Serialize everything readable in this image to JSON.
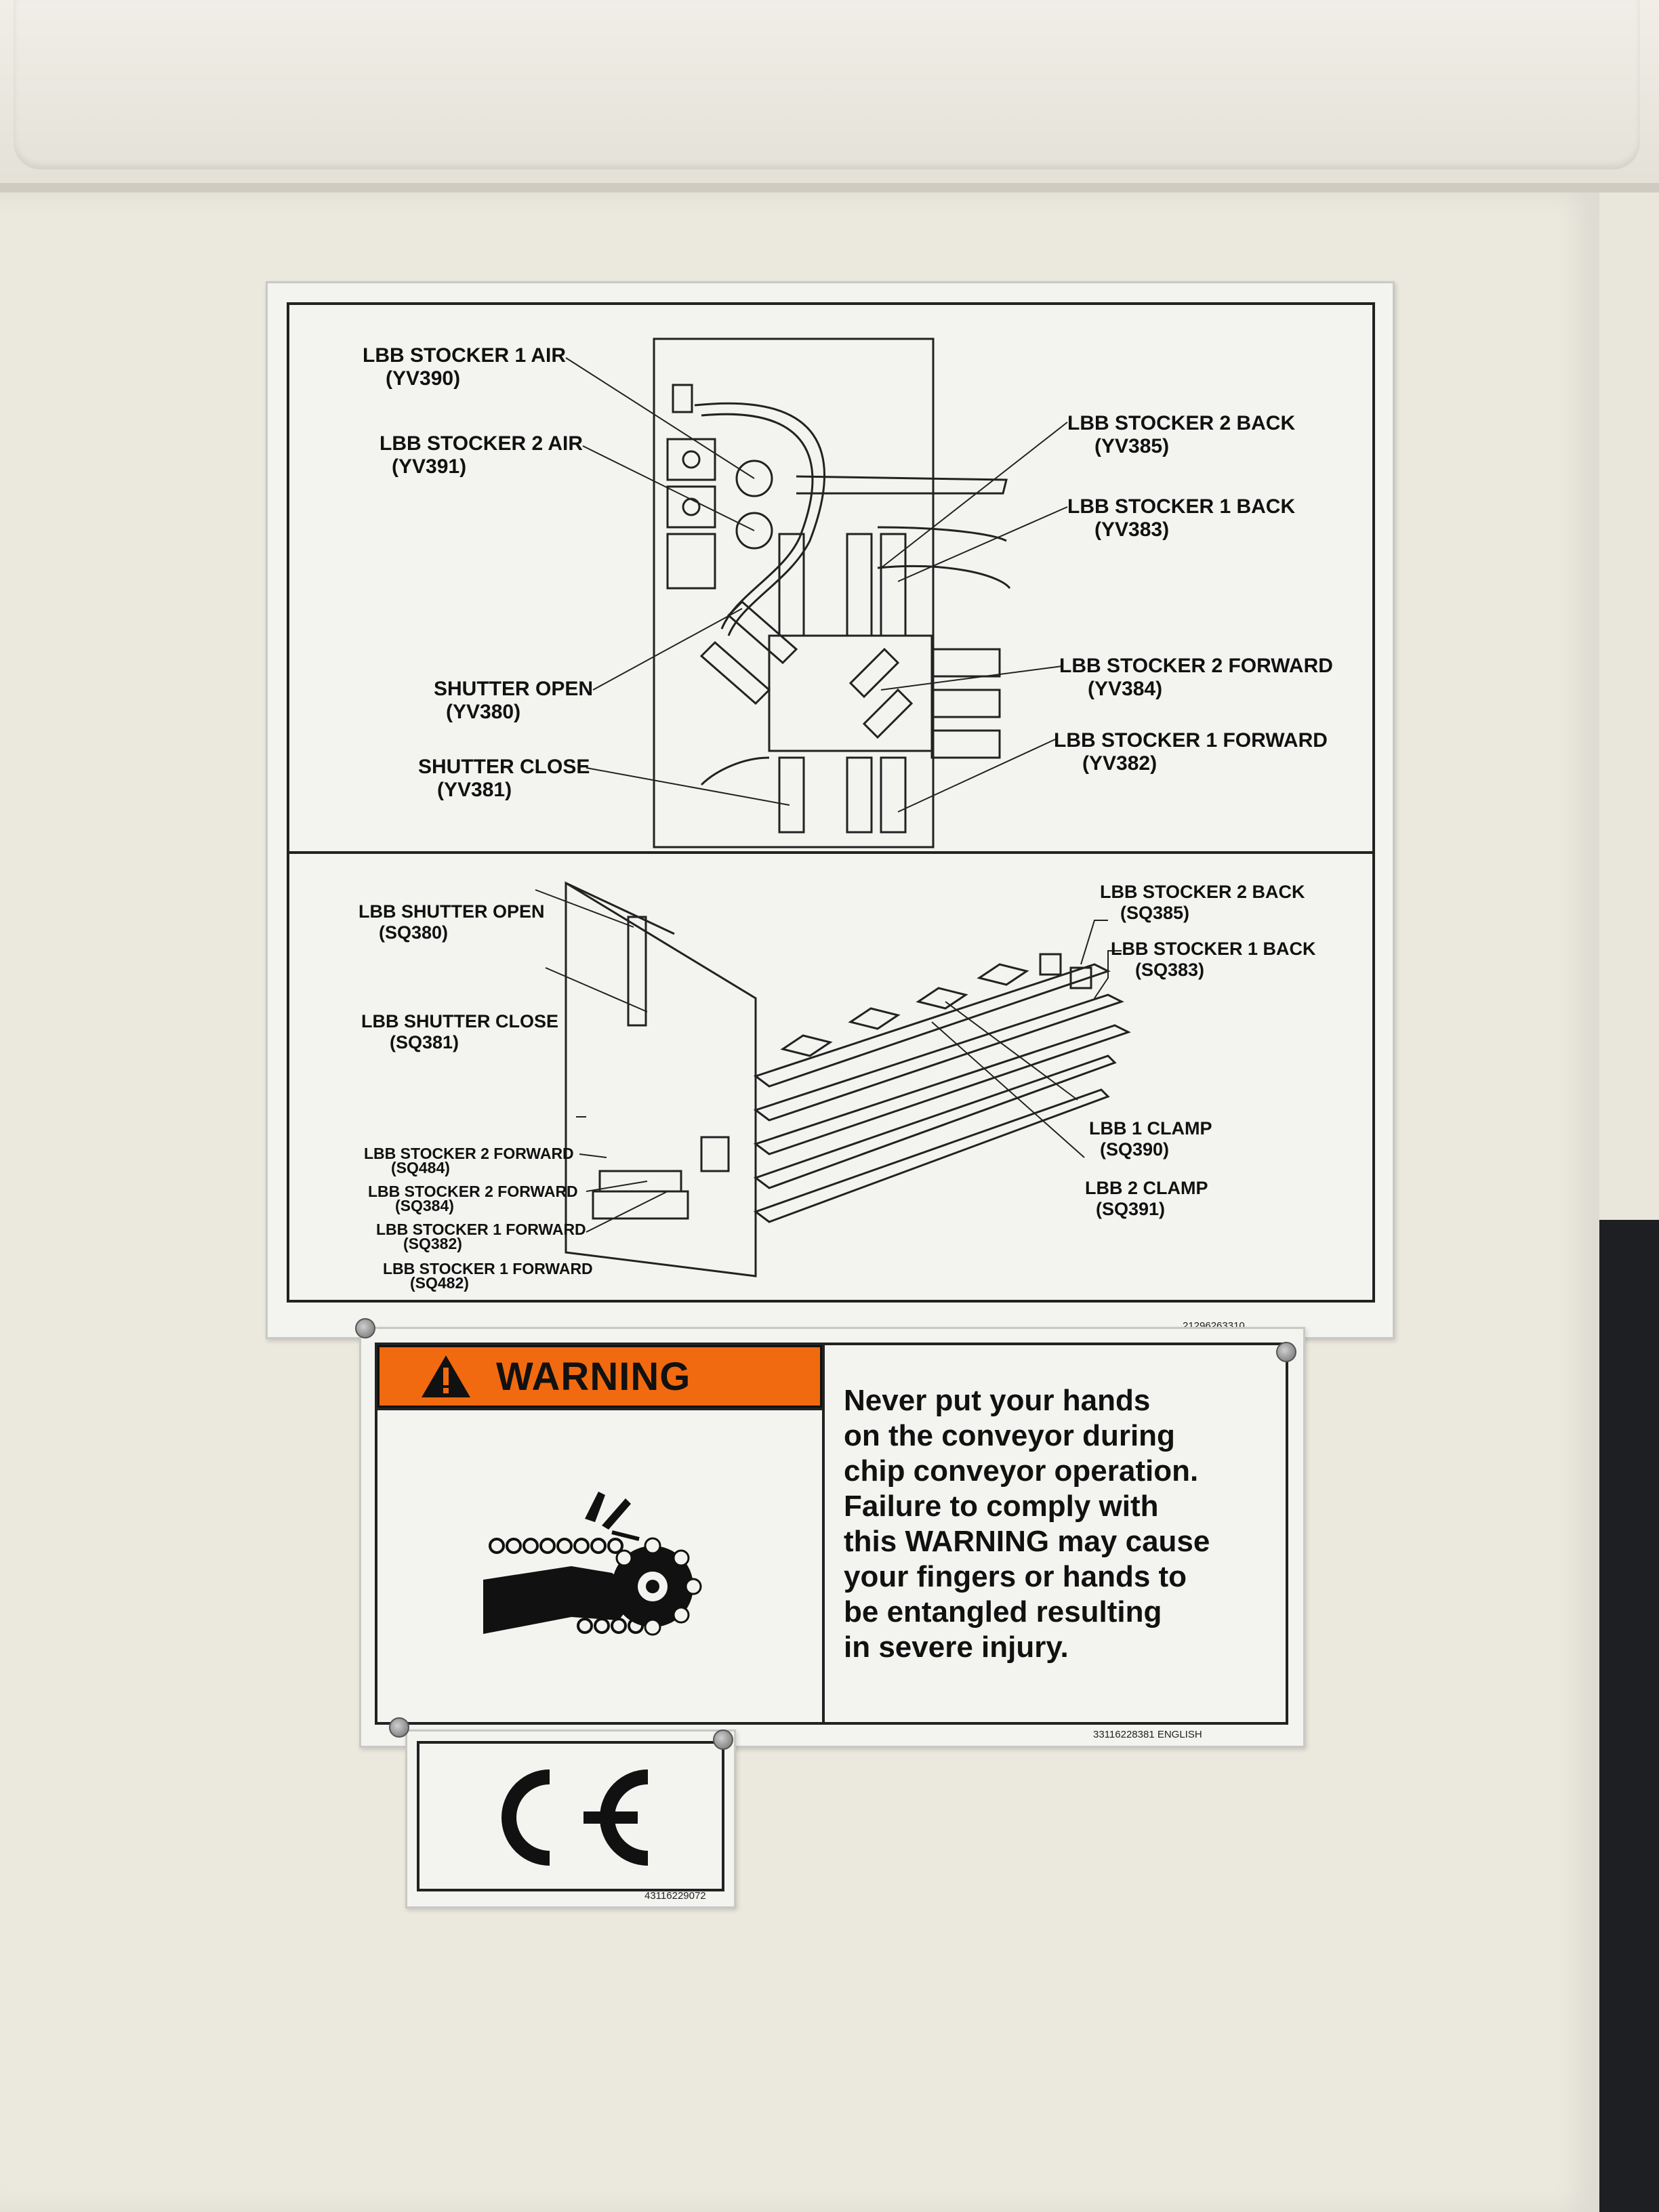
{
  "panel_labels": {
    "top": [
      {
        "name": "LBB STOCKER 1 AIR",
        "code": "(YV390)"
      },
      {
        "name": "LBB STOCKER 2 AIR",
        "code": "(YV391)"
      },
      {
        "name": "SHUTTER OPEN",
        "code": "(YV380)"
      },
      {
        "name": "SHUTTER CLOSE",
        "code": "(YV381)"
      },
      {
        "name": "LBB STOCKER 2 BACK",
        "code": "(YV385)"
      },
      {
        "name": "LBB STOCKER 1 BACK",
        "code": "(YV383)"
      },
      {
        "name": "LBB STOCKER 2 FORWARD",
        "code": "(YV384)"
      },
      {
        "name": "LBB STOCKER 1 FORWARD",
        "code": "(YV382)"
      }
    ],
    "bottom": [
      {
        "name": "LBB SHUTTER OPEN",
        "code": "(SQ380)"
      },
      {
        "name": "LBB SHUTTER CLOSE",
        "code": "(SQ381)"
      },
      {
        "name": "LBB STOCKER 2 FORWARD",
        "code": "(SQ484)"
      },
      {
        "name": "LBB STOCKER 2 FORWARD",
        "code": "(SQ384)"
      },
      {
        "name": "LBB STOCKER 1 FORWARD",
        "code": "(SQ382)"
      },
      {
        "name": "LBB STOCKER 1 FORWARD",
        "code": "(SQ482)"
      },
      {
        "name": "LBB STOCKER 2 BACK",
        "code": "(SQ385)"
      },
      {
        "name": "LBB STOCKER 1 BACK",
        "code": "(SQ383)"
      },
      {
        "name": "LBB 1 CLAMP",
        "code": "(SQ390)"
      },
      {
        "name": "LBB 2 CLAMP",
        "code": "(SQ391)"
      }
    ],
    "part_number": "21296263310"
  },
  "warning": {
    "title": "WARNING",
    "lines": [
      "Never put your hands",
      "on the conveyor during",
      "chip  conveyor operation.",
      "Failure to comply with",
      "this WARNING may cause",
      "your fingers or hands to",
      "be entangled resulting",
      "in severe injury."
    ],
    "part_number": "33116228381 ENGLISH",
    "icons": [
      "warning-triangle-icon",
      "hand-entanglement-icon"
    ]
  },
  "ce_label": {
    "mark": "CE",
    "part_number": "43116229072"
  },
  "colors": {
    "warning_orange": "#f26a0f",
    "label_background": "#f3f3f0",
    "cabinet": "#ebe8de"
  }
}
